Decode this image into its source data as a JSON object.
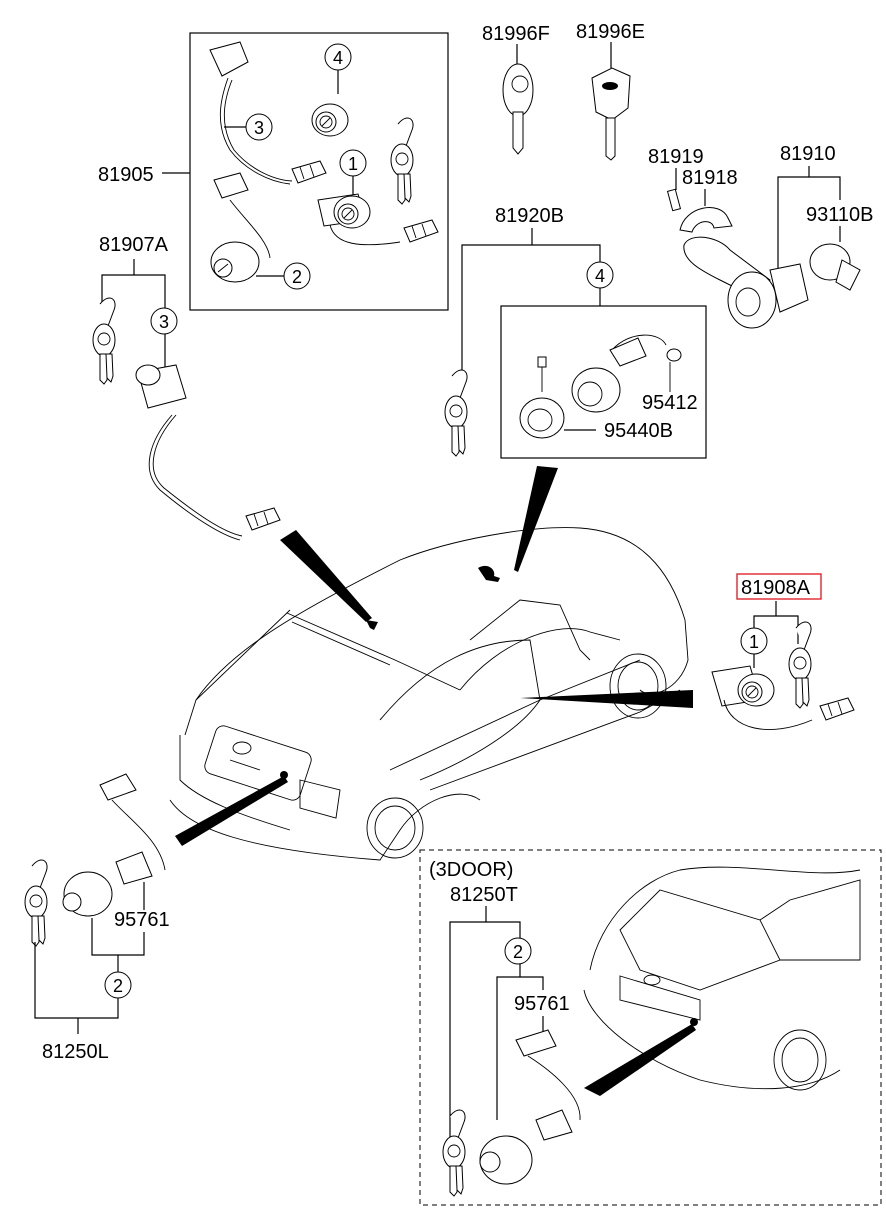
{
  "diagram": {
    "title": "Key & Lock Set Assembly (Exploded Parts Diagram)",
    "highlight_color": "#e0242b",
    "labels": {
      "p81905": "81905",
      "p81907A": "81907A",
      "p81996F": "81996F",
      "p81996E": "81996E",
      "p81919": "81919",
      "p81918": "81918",
      "p81910": "81910",
      "p93110B": "93110B",
      "p81920B": "81920B",
      "p95412": "95412",
      "p95440B": "95440B",
      "p81908A": "81908A",
      "p95761_left": "95761",
      "p81250L": "81250L",
      "three_door": "(3DOOR)",
      "p81250T": "81250T",
      "p95761_3door": "95761"
    },
    "callouts": {
      "c1_set": "1",
      "c2_set": "2",
      "c3_set": "3",
      "c4_set": "4",
      "c3_81907A": "3",
      "c4_81920B": "4",
      "c1_81908A": "1",
      "c2_81250L": "2",
      "c2_81250T": "2"
    },
    "icons": [
      "key-fob-icon",
      "key-icon",
      "lock-cylinder-icon",
      "ignition-switch-icon",
      "door-lock-icon",
      "trunk-lock-icon",
      "wiring-connector-icon",
      "car-sedan-icon",
      "car-hatchback-icon",
      "pointer-wedge-icon"
    ]
  }
}
